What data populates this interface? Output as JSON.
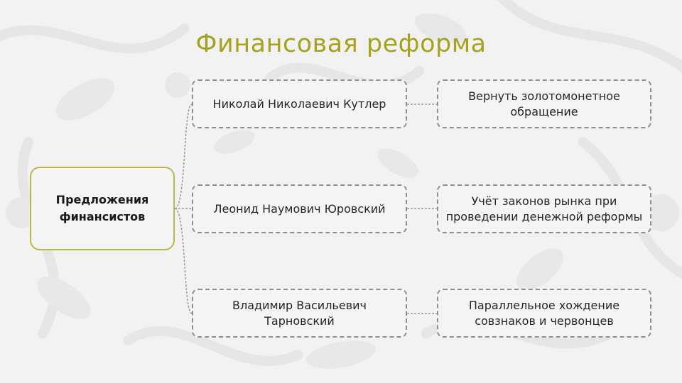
{
  "slide": {
    "title": "Финансовая реформа"
  },
  "root": {
    "label": "Предложения финансистов"
  },
  "rows": [
    {
      "person": "Николай Николаевич Кутлер",
      "proposal": "Вернуть золотомонетное обращение"
    },
    {
      "person": "Леонид Наумович Юровский",
      "proposal": "Учёт законов рынка при проведении денежной реформы"
    },
    {
      "person": "Владимир Васильевич Тарновский",
      "proposal": "Параллельное хождение совзнаков и червонцев"
    }
  ],
  "colors": {
    "title": "#a4a21e",
    "root_border": "#b9b64a",
    "box_border": "#8f8f8f",
    "background": "#f2f2f2"
  }
}
